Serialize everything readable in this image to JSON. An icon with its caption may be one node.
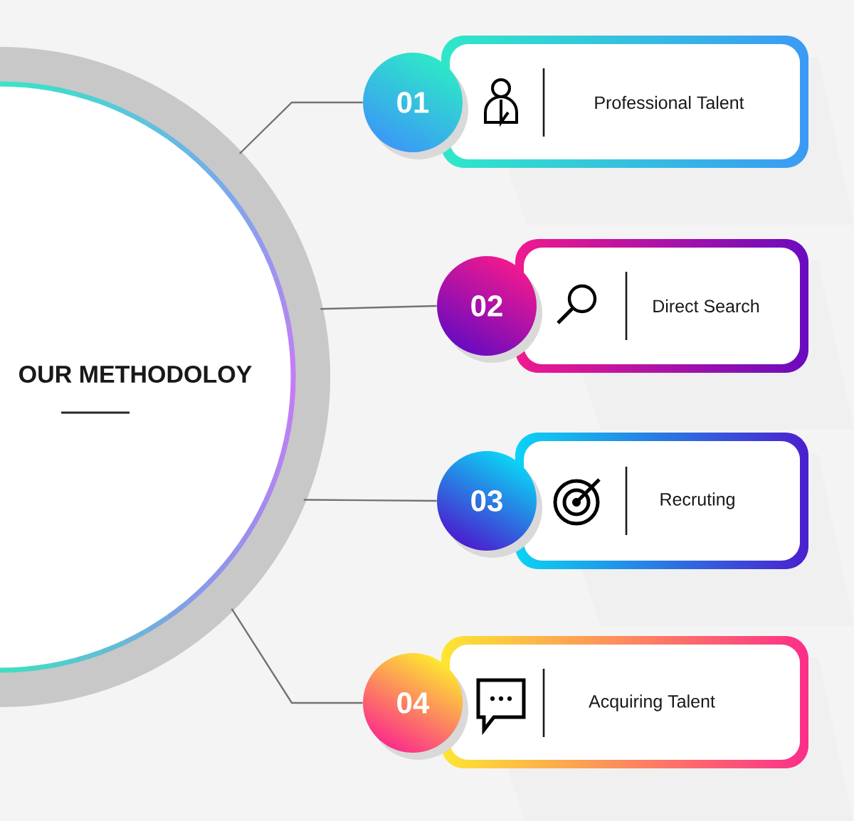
{
  "diagram": {
    "nodes": [
      {
        "text": [
          "OUR METHODOLOY"
        ]
      },
      {
        "text": [
          "01",
          "Professional Talent"
        ]
      },
      {
        "text": [
          "02",
          "Direct Search"
        ]
      },
      {
        "text": [
          "03",
          "Recruting"
        ]
      },
      {
        "text": [
          "04",
          "Acquiring Talent"
        ]
      }
    ],
    "edges": [
      {
        "from": 0,
        "to": 1,
        "arrow": "none"
      },
      {
        "from": 0,
        "to": 2,
        "arrow": "none"
      },
      {
        "from": 0,
        "to": 3,
        "arrow": "none"
      },
      {
        "from": 0,
        "to": 4,
        "arrow": "none"
      }
    ]
  }
}
